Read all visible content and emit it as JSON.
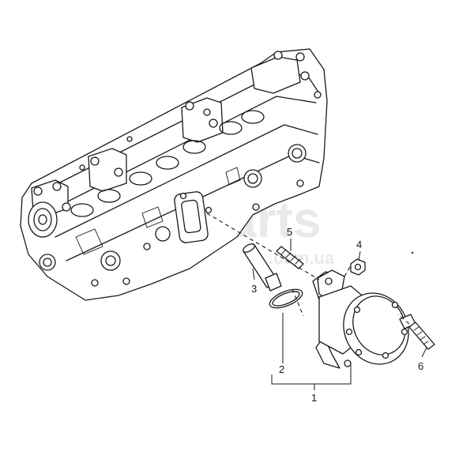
{
  "watermark": {
    "main": "parts",
    "domain": ".com.ua"
  },
  "callouts": [
    "1",
    "2",
    "3",
    "4",
    "5",
    "6"
  ],
  "colors": {
    "line": "#1a1a1a",
    "background": "#ffffff",
    "watermark": "#e9e9e9"
  }
}
